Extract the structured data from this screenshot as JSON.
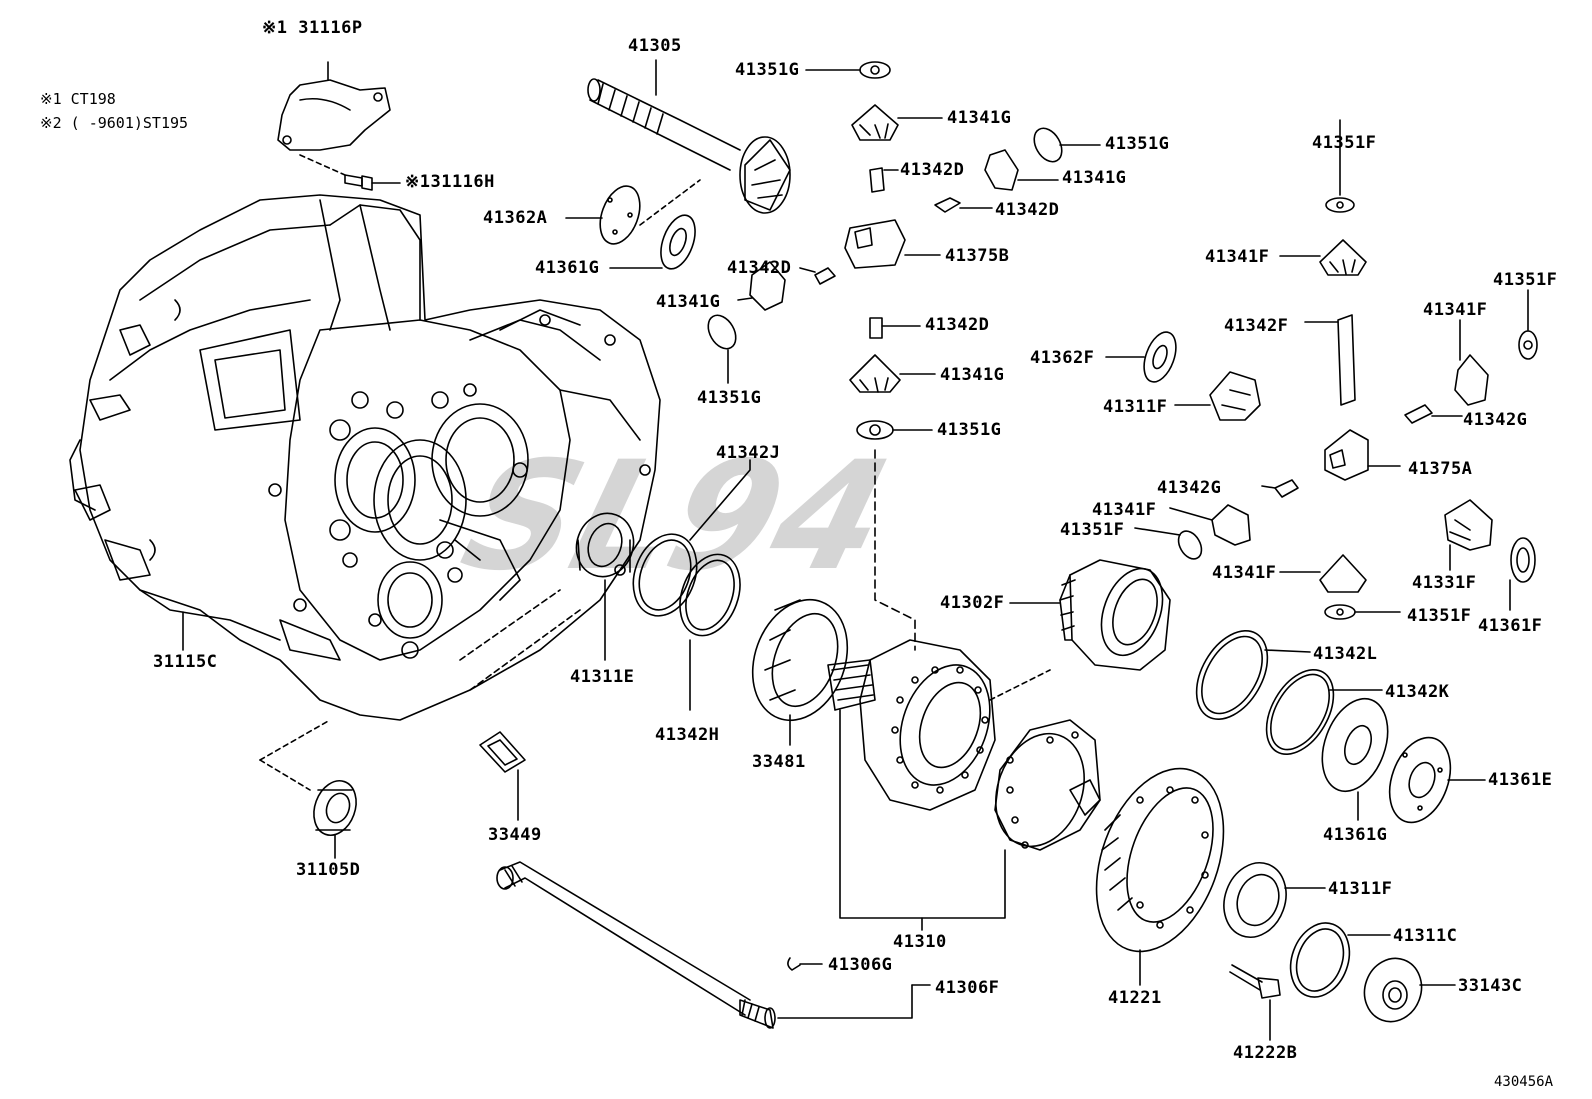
{
  "notes": [
    "※1 CT198",
    "※2 (     -9601)ST195"
  ],
  "watermark": "SL94",
  "diagram_id": "430456A",
  "parts": {
    "p31116P": "※1 31116P",
    "p31116H": "※131116H",
    "p41305": "41305",
    "p41351G_a": "41351G",
    "p41341G_a": "41341G",
    "p41351G_b": "41351G",
    "p41342D_a": "41342D",
    "p41341G_b": "41341G",
    "p41342D_b": "41342D",
    "p41362A": "41362A",
    "p41361G_a": "41361G",
    "p41375B": "41375B",
    "p41342D_c": "41342D",
    "p41341G_c": "41341G",
    "p41351G_c": "41351G",
    "p41342D_d": "41342D",
    "p41341G_d": "41341G",
    "p41351G_d": "41351G",
    "p41351F_a": "41351F",
    "p41341F_a": "41341F",
    "p41351F_b": "41351F",
    "p41342F": "41342F",
    "p41341F_b": "41341F",
    "p41362F": "41362F",
    "p41311F_a": "41311F",
    "p41342G_a": "41342G",
    "p41375A": "41375A",
    "p41342G_b": "41342G",
    "p41341F_c": "41341F",
    "p41351F_c": "41351F",
    "p41341F_d": "41341F",
    "p41331F": "41331F",
    "p41302F": "41302F",
    "p41351F_d": "41351F",
    "p41361F": "41361F",
    "p41342J": "41342J",
    "p41311E": "41311E",
    "p41342H": "41342H",
    "p33481": "33481",
    "p41342L": "41342L",
    "p41342K": "41342K",
    "p41361E": "41361E",
    "p41361G_b": "41361G",
    "p31115C": "31115C",
    "p33449": "33449",
    "p31105D": "31105D",
    "p41310": "41310",
    "p41311F_b": "41311F",
    "p41311C": "41311C",
    "p41221": "41221",
    "p33143C": "33143C",
    "p41306G": "41306G",
    "p41306F": "41306F",
    "p41222B": "41222B"
  }
}
